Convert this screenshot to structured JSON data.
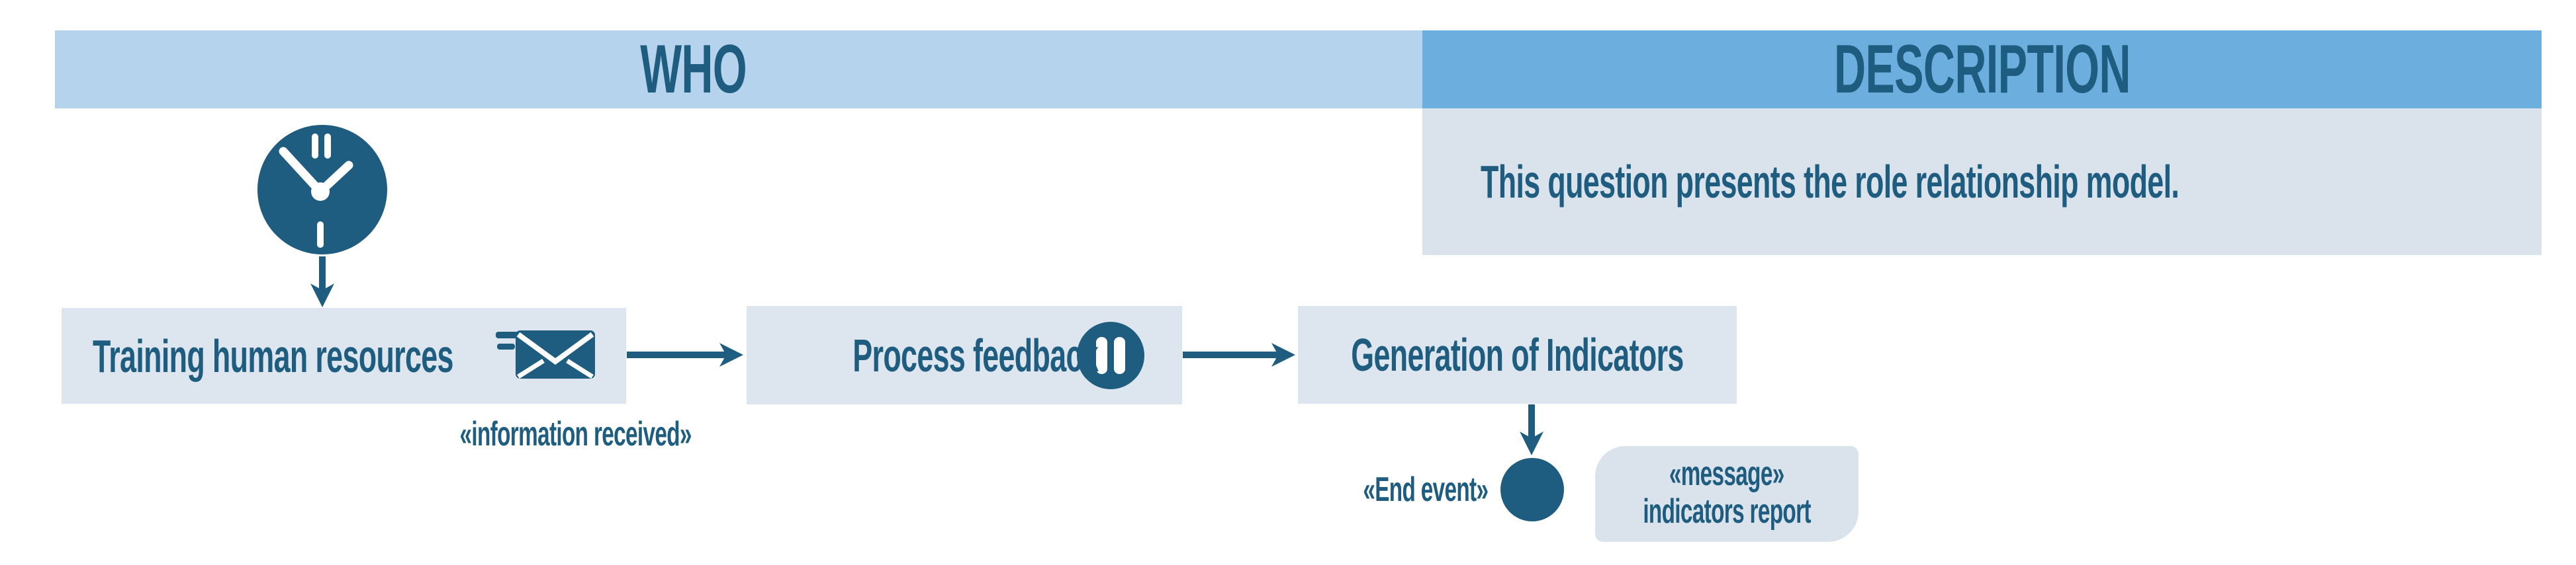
{
  "colors": {
    "accent_teal": "#1e5d80",
    "who_bar_bg": "#b5d3ec",
    "description_bar_bg": "#6cafdf",
    "description_box_bg": "#dae3eb",
    "task_box_bg": "#dde6ee"
  },
  "headers": {
    "who": "WHO",
    "description": "DESCRIPTION"
  },
  "description_panel": {
    "text": "This question presents the role relationship model."
  },
  "process_flow": {
    "start_event_icon": "clock-icon",
    "tasks": [
      {
        "label": "Training human resources",
        "icon": "mail-received-icon",
        "annotation": "«information received»"
      },
      {
        "label": "Process feedback",
        "icon": "pause-icon"
      },
      {
        "label": "Generation of Indicators"
      }
    ],
    "end_event": {
      "label": "«End event»",
      "icon": "end-event-circle"
    },
    "message_note": {
      "line1": "«message»",
      "line2": "indicators report"
    }
  }
}
